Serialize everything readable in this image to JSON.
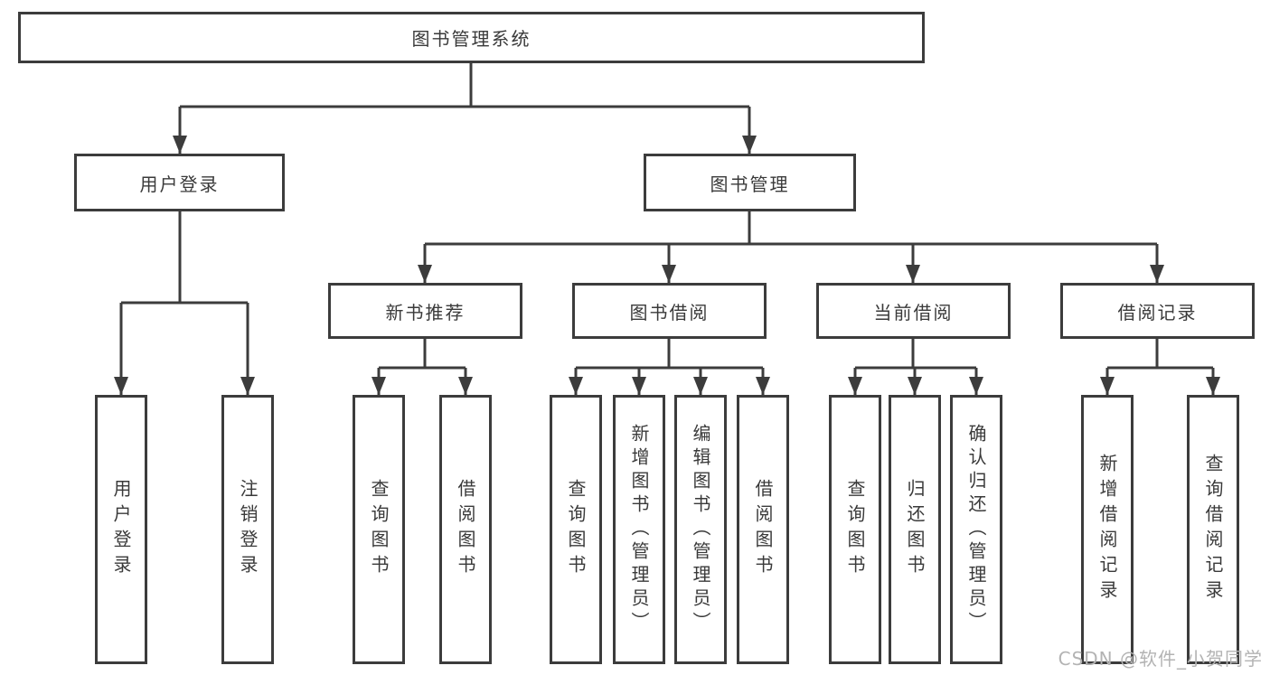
{
  "colors": {
    "line": "#3c3c3c",
    "text": "#3a3a3a",
    "background": "#ffffff",
    "watermark_text": "#b3b3b3"
  },
  "tree": {
    "root": {
      "label": "图书管理系统"
    },
    "children": [
      {
        "label": "用户登录",
        "children": [
          {
            "label": "用户登录"
          },
          {
            "label": "注销登录"
          }
        ]
      },
      {
        "label": "图书管理",
        "children": [
          {
            "label": "新书推荐",
            "children": [
              {
                "label": "查询图书"
              },
              {
                "label": "借阅图书"
              }
            ]
          },
          {
            "label": "图书借阅",
            "children": [
              {
                "label": "查询图书"
              },
              {
                "label": "新增图书（管理员）"
              },
              {
                "label": "编辑图书（管理员）"
              },
              {
                "label": "借阅图书"
              }
            ]
          },
          {
            "label": "当前借阅",
            "children": [
              {
                "label": "查询图书"
              },
              {
                "label": "归还图书"
              },
              {
                "label": "确认归还（管理员）"
              }
            ]
          },
          {
            "label": "借阅记录",
            "children": [
              {
                "label": "新增借阅记录"
              },
              {
                "label": "查询借阅记录"
              }
            ]
          }
        ]
      }
    ]
  },
  "watermark": {
    "text": "CSDN @软件_小贺同学"
  }
}
